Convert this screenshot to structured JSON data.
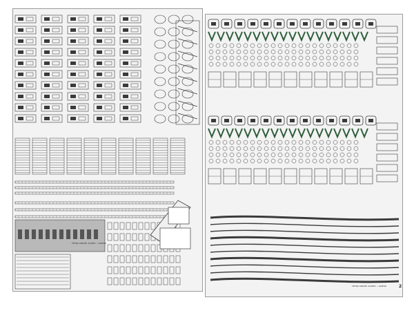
{
  "image": {
    "subject": "photo-etched detail parts fret",
    "sheet_count": 2,
    "background_color": "#ffffff",
    "sheet_color": "#f3f3f3",
    "etch_color": "#3a3a3a",
    "green_part_color": "#2f5e3c"
  },
  "left_sheet": {
    "label_text": "TETRA MODEL SUPPLY • KANTAI",
    "logo_text": ""
  },
  "right_sheet": {
    "label_text": "TETRA MODEL SUPPLY • KANTAI",
    "logo_text": "",
    "sheet_number": "2"
  }
}
